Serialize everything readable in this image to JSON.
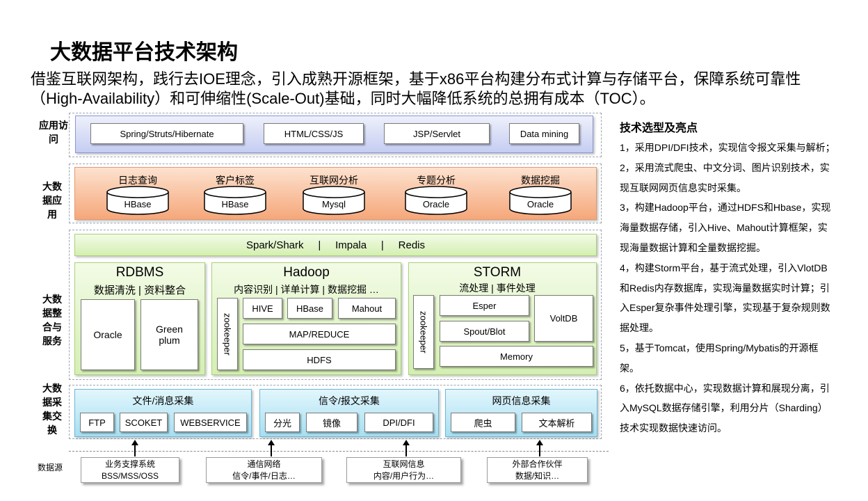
{
  "title": "大数据平台技术架构",
  "subtitle": "借鉴互联网架构，践行去IOE理念，引入成熟开源框架，基于x86平台构建分布式计算与存储平台，保障系统可靠性（High-Availability）和可伸缩性(Scale-Out)基础，同时大幅降低系统的总拥有成本（TOC）。",
  "row_labels": {
    "access": "应用访问",
    "bigdata_app": "大数据应用",
    "integration": "大数据整合与服务",
    "collection": "大数据采集交换",
    "source": "数据源"
  },
  "access": [
    "Spring/Struts/Hibernate",
    "HTML/CSS/JS",
    "JSP/Servlet",
    "Data mining"
  ],
  "bigdata_app": [
    {
      "label": "日志查询",
      "store": "HBase"
    },
    {
      "label": "客户标签",
      "store": "HBase"
    },
    {
      "label": "互联网分析",
      "store": "Mysql"
    },
    {
      "label": "专题分析",
      "store": "Oracle"
    },
    {
      "label": "数据挖掘",
      "store": "Oracle"
    }
  ],
  "integration": {
    "bar": "Spark/Shark     |     Impala     |     Redis",
    "rdbms": {
      "title": "RDBMS",
      "sub": "数据清洗 | 资料整合",
      "items": [
        "Oracle",
        "Green plum"
      ]
    },
    "hadoop": {
      "title": "Hadoop",
      "sub": "内容识别 | 详单计算 | 数据挖掘 …",
      "zk": "zookeeper",
      "tools": [
        "HIVE",
        "HBase",
        "Mahout"
      ],
      "mapreduce": "MAP/REDUCE",
      "hdfs": "HDFS"
    },
    "storm": {
      "title": "STORM",
      "sub": "流处理 | 事件处理",
      "zk": "zookeeper",
      "esper": "Esper",
      "spout": "Spout/Blot",
      "voltdb": "VoltDB",
      "memory": "Memory"
    }
  },
  "collection": [
    {
      "title": "文件/消息采集",
      "items": [
        "FTP",
        "SCOKET",
        "WEBSERVICE"
      ]
    },
    {
      "title": "信令/报文采集",
      "items": [
        "分光",
        "镜像",
        "DPI/DFI"
      ]
    },
    {
      "title": "网页信息采集",
      "items": [
        "爬虫",
        "文本解析"
      ]
    }
  ],
  "sources": [
    {
      "line1": "业务支撑系统",
      "line2": "BSS/MSS/OSS"
    },
    {
      "line1": "通信网络",
      "line2": "信令/事件/日志…"
    },
    {
      "line1": "互联网信息",
      "line2": "内容/用户行为…"
    },
    {
      "line1": "外部合作伙伴",
      "line2": "数据/知识…"
    }
  ],
  "side": {
    "heading": "技术选型及亮点",
    "points": [
      "1，采用DPI/DFI技术，实现信令报文采集与解析；",
      "2，采用流式爬虫、中文分词、图片识别技术，实现互联网网页信息实时采集。",
      "3，构建Hadoop平台，通过HDFS和Hbase，实现海量数据存储，引入Hive、Mahout计算框架，实现海量数据计算和全量数据挖掘。",
      "4，构建Storm平台，基于流式处理，引入VlotDB和Redis内存数据库，实现海量数据实时计算；引入Esper复杂事件处理引擎，实现基于复杂规则数据处理。",
      "5，基于Tomcat，使用Spring/Mybatis的开源框架。",
      "6，依托数据中心，实现数据计算和展现分离，引入MySQL数据存储引擎，利用分片（Sharding）技术实现数据快速访问。"
    ]
  }
}
